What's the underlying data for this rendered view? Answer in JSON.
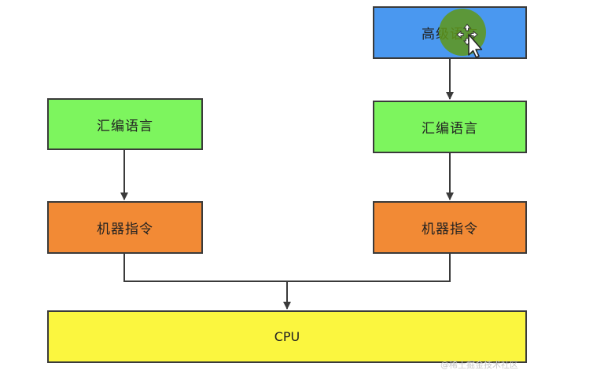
{
  "diagram": {
    "left_column": {
      "assembly": "汇编语言",
      "machine_code": "机器指令"
    },
    "right_column": {
      "high_level": "高级语言",
      "assembly": "汇编语言",
      "machine_code": "机器指令"
    },
    "cpu": "CPU"
  },
  "watermark": "@稀土掘金技术社区",
  "colors": {
    "high_level": "#4a98f0",
    "assembly": "#7df55e",
    "machine_code": "#f28a35",
    "cpu": "#fbf63f",
    "cursor_highlight": "#5f9619"
  },
  "icons": {
    "cursor": "move-cursor-icon"
  }
}
